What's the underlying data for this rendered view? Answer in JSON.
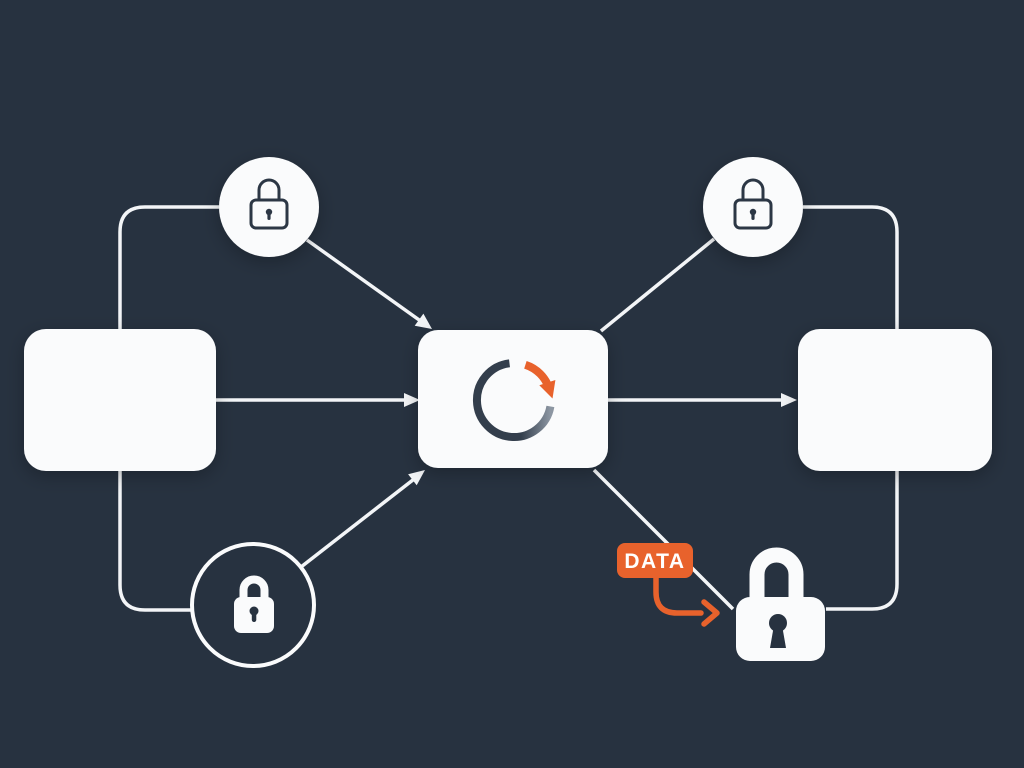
{
  "colors": {
    "background": "#273240",
    "node_fill": "#FAFBFC",
    "line": "#F3F5F7",
    "accent": "#E8622C",
    "icon_stroke": "#2C3745",
    "arc_dark": "#333E4C",
    "arc_light": "#8C96A2",
    "badge_text": "#FFFFFF"
  },
  "badge": {
    "label": "DATA"
  },
  "icons": {
    "top_left": "outlined-padlock-in-white-circle",
    "top_right": "outlined-padlock-in-white-circle",
    "bottom_left": "solid-white-padlock-in-outlined-ring",
    "bottom_right": "large-solid-white-padlock",
    "center": "circular-sync-refresh-arrow"
  },
  "nodes": {
    "left_box_label": "",
    "process_box_label": "",
    "right_box_label": ""
  }
}
